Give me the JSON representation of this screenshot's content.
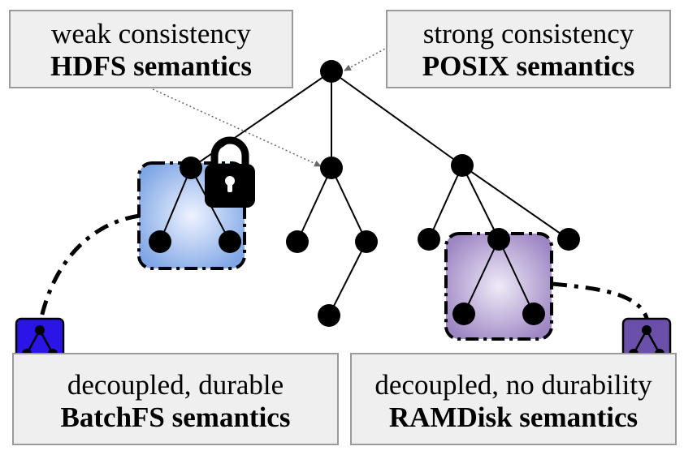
{
  "labels": {
    "hdfs": {
      "line1": "weak consistency",
      "line2": "HDFS semantics"
    },
    "posix": {
      "line1": "strong consistency",
      "line2": "POSIX semantics"
    },
    "batch": {
      "line1": "decoupled, durable",
      "line2": "BatchFS semantics"
    },
    "ram": {
      "line1": "decoupled, no durability",
      "line2": "RAMDisk semantics"
    }
  },
  "icons": {
    "lock": "padlock-icon"
  },
  "colors": {
    "blue_region": "#8fb0e8",
    "purple_region": "#a58fc6",
    "blue_badge": "#2a14e6",
    "purple_badge": "#6a50a8",
    "node": "#000000",
    "label_box": "#efefef"
  }
}
